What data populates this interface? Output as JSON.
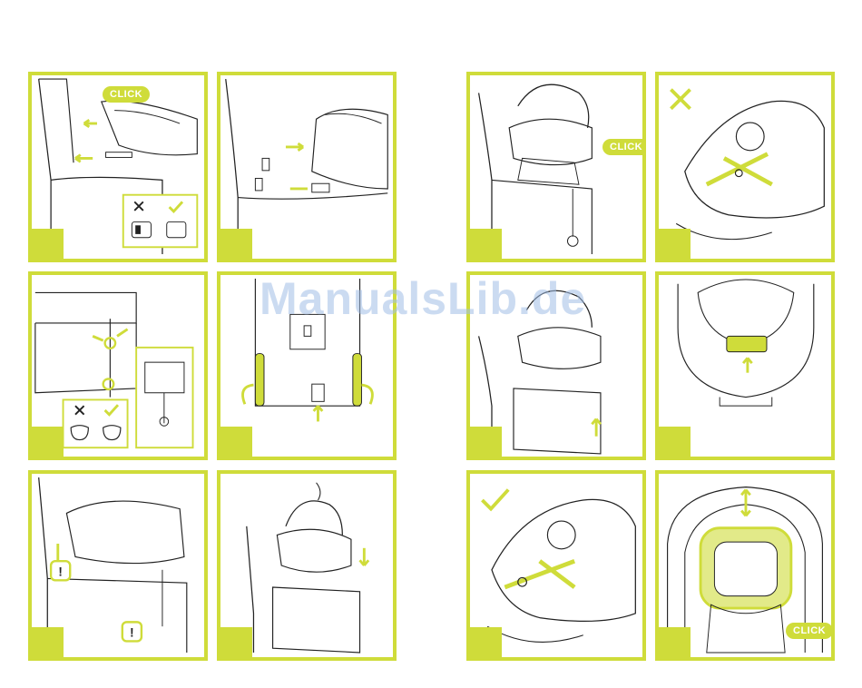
{
  "click_label": "CLICK",
  "watermark": "ManualsLib.de",
  "accent_color": "#cfdc3a",
  "line_color": "#222222",
  "panels": [
    {
      "id": "p1",
      "icons": [
        "cross-icon",
        "check-icon"
      ]
    },
    {
      "id": "p2"
    },
    {
      "id": "p3",
      "icons": [
        "cross-icon",
        "check-icon"
      ]
    },
    {
      "id": "p4"
    },
    {
      "id": "p5",
      "icons": [
        "warning-icon"
      ]
    },
    {
      "id": "p6"
    },
    {
      "id": "p7"
    },
    {
      "id": "p8",
      "icons": [
        "cross-icon"
      ]
    },
    {
      "id": "p9"
    },
    {
      "id": "p10"
    },
    {
      "id": "p11",
      "icons": [
        "check-icon"
      ]
    },
    {
      "id": "p12"
    }
  ]
}
